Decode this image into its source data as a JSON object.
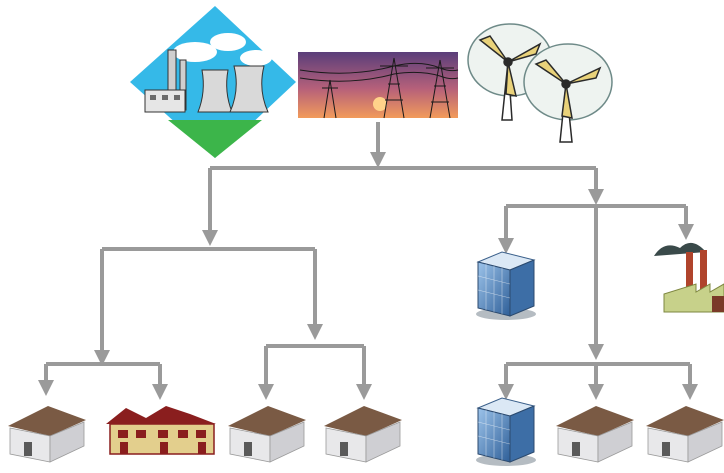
{
  "diagram": {
    "colors": {
      "connector": "#9a9a9a",
      "sky": "#35b9e8",
      "grass": "#3cb54a",
      "house_wall": "#e8e8ea",
      "house_roof": "#7a5a44",
      "residential_wall": "#e3cf8d",
      "residential_roof": "#8a1e1e",
      "office_glass": "#3d6ea6",
      "factory_wall": "#c7d18a",
      "factory_chimney": "#b0442c",
      "sunset_top": "#5a3e7a",
      "sunset_glow": "#f29b5b"
    },
    "nodes": [
      {
        "id": "power-plant",
        "icon": "nuclear-power-plant-icon"
      },
      {
        "id": "transmission",
        "icon": "transmission-tower-sunset-icon"
      },
      {
        "id": "wind-farm",
        "icon": "wind-turbine-icon"
      },
      {
        "id": "house-1",
        "icon": "house-icon"
      },
      {
        "id": "residential-block",
        "icon": "apartment-building-icon"
      },
      {
        "id": "house-2",
        "icon": "house-icon"
      },
      {
        "id": "house-3",
        "icon": "house-icon"
      },
      {
        "id": "office-1",
        "icon": "office-building-icon"
      },
      {
        "id": "factory",
        "icon": "factory-icon"
      },
      {
        "id": "office-2",
        "icon": "office-building-icon"
      },
      {
        "id": "house-4",
        "icon": "house-icon"
      },
      {
        "id": "house-5",
        "icon": "house-icon"
      }
    ]
  }
}
